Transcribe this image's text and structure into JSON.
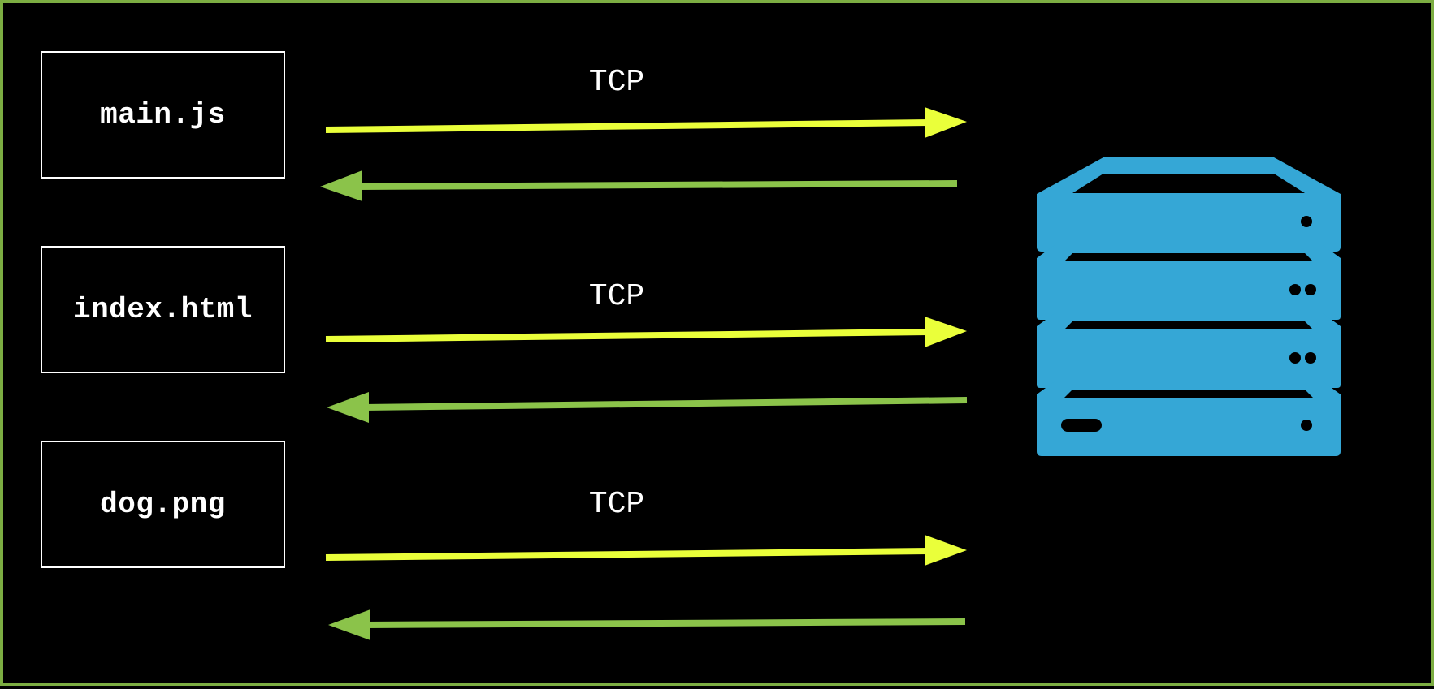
{
  "colors": {
    "background": "#000000",
    "frame": "#7cad42",
    "request_arrow": "#eaff3a",
    "response_arrow": "#8bc34a",
    "server": "#35a7d6",
    "text": "#ffffff"
  },
  "files": [
    {
      "name": "main.js"
    },
    {
      "name": "index.html"
    },
    {
      "name": "dog.png"
    }
  ],
  "connections": [
    {
      "protocol": "TCP"
    },
    {
      "protocol": "TCP"
    },
    {
      "protocol": "TCP"
    }
  ],
  "server": {
    "icon": "server-rack-icon"
  }
}
